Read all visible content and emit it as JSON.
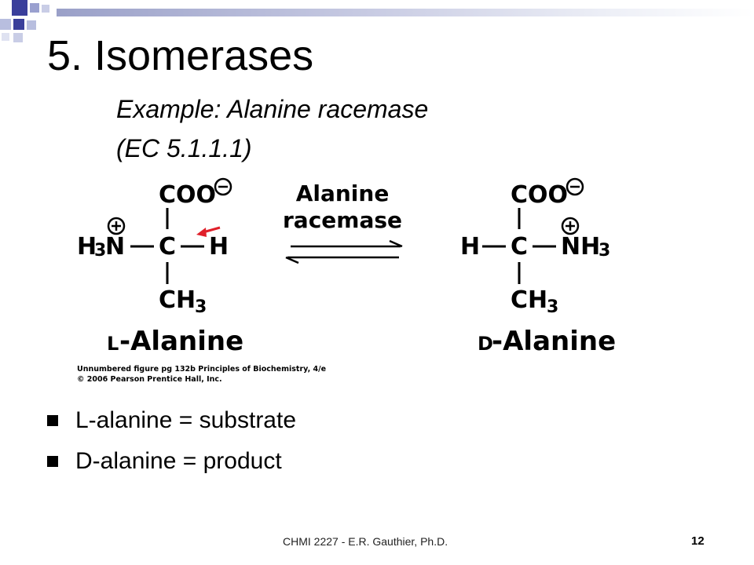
{
  "slide": {
    "title": "5. Isomerases",
    "subtitle_line1": "Example: Alanine racemase",
    "subtitle_line2": "(EC 5.1.1.1)"
  },
  "figure": {
    "left": {
      "top": "COO",
      "left_group": "H",
      "left_sub": "3",
      "left_n": "N",
      "center": "C",
      "right_group": "H",
      "bottom": "CH",
      "bottom_sub": "3",
      "name_prefix": "L",
      "name": "-Alanine"
    },
    "right": {
      "top": "COO",
      "left_group": "H",
      "center": "C",
      "right_group": "NH",
      "right_sub": "3",
      "bottom": "CH",
      "bottom_sub": "3",
      "name_prefix": "D",
      "name": "-Alanine"
    },
    "enzyme_line1": "Alanine",
    "enzyme_line2": "racemase",
    "caption_line1": "Unnumbered figure pg 132b Principles of Biochemistry, 4/e",
    "caption_line2": "© 2006 Pearson Prentice Hall, Inc.",
    "minus_sign": "−",
    "plus_sign": "+"
  },
  "bullets": [
    {
      "text": "L-alanine = substrate"
    },
    {
      "text": "D-alanine = product"
    }
  ],
  "footer": {
    "text": "CHMI 2227 - E.R. Gauthier, Ph.D.",
    "page": "12"
  },
  "colors": {
    "accent_blue": "#3a3f9b",
    "light_blue": "#b8bedf",
    "arrow_red": "#e0202a"
  }
}
